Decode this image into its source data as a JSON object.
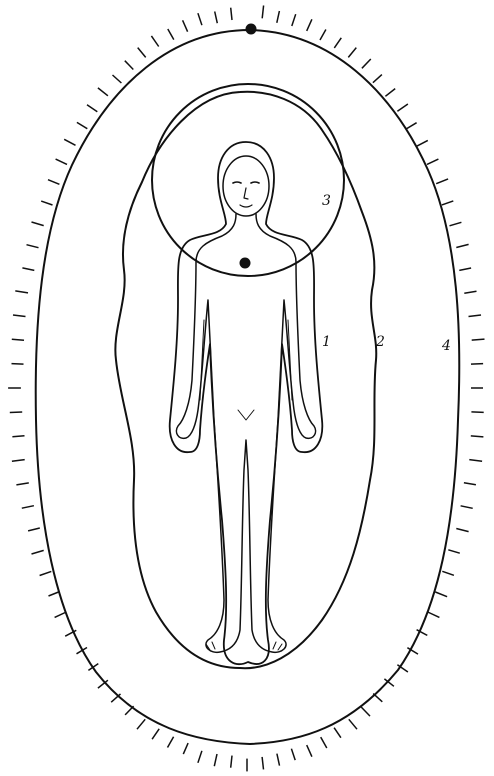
{
  "colors": {
    "ink": "#111111",
    "background": "#ffffff"
  },
  "labels": {
    "layer_1": "1",
    "layer_2": "2",
    "layer_3": "3",
    "layer_4": "4"
  },
  "markers": [
    "crown-dot",
    "throat-dot"
  ]
}
